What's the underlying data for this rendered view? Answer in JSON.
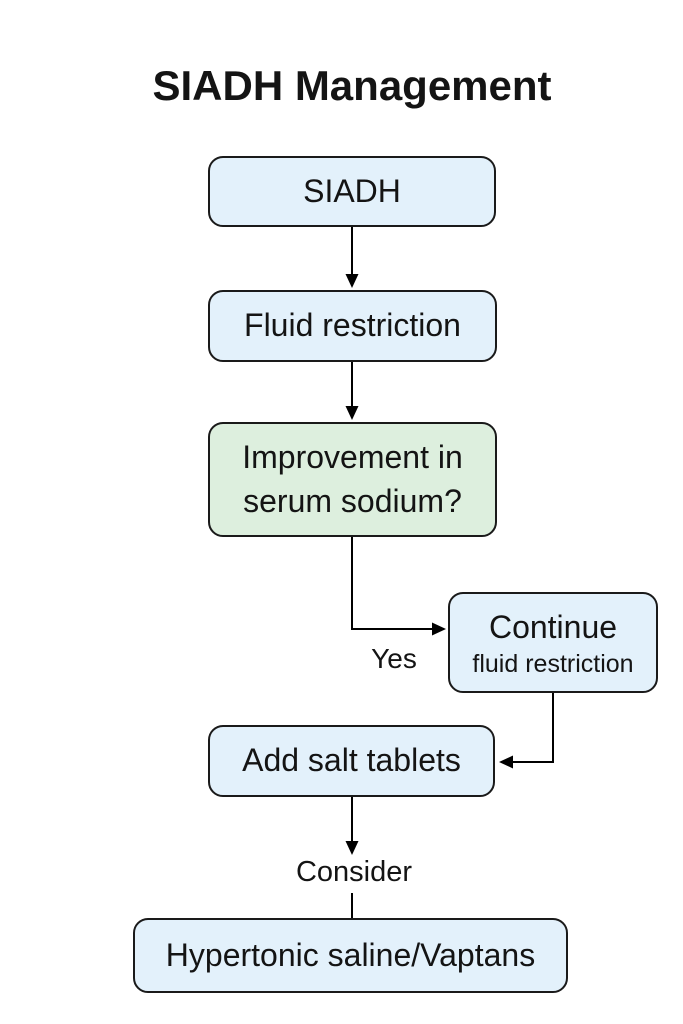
{
  "diagram": {
    "title": "SIADH Management",
    "colors": {
      "node_blue": "#e3f1fb",
      "node_green": "#ddefde",
      "border": "#1a1a1a",
      "background": "#ffffff",
      "text": "#141414",
      "arrow": "#000000"
    },
    "nodes": {
      "siadh": {
        "label": "SIADH"
      },
      "fluid_restriction": {
        "label": "Fluid restriction"
      },
      "improvement": {
        "label": "Improvement in serum sodium?"
      },
      "continue_fluid": {
        "line1": "Continue",
        "line2": "fluid restriction"
      },
      "add_salt": {
        "label": "Add salt tablets"
      },
      "hypertonic": {
        "label": "Hypertonic saline/Vaptans"
      }
    },
    "edge_labels": {
      "yes": "Yes",
      "consider": "Consider"
    }
  }
}
